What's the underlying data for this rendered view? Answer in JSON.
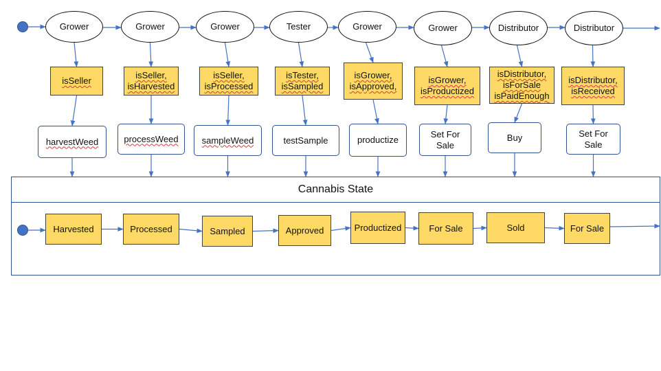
{
  "actors": [
    "Grower",
    "Grower",
    "Grower",
    "Tester",
    "Grower",
    "Grower",
    "Distributor",
    "Distributor"
  ],
  "guards": [
    "isSeller",
    "isSeller,\nisHarvested",
    "isSeller,\nisProcessed",
    "isTester,\nisSampled",
    "isGrower,\nisApproved,",
    "isGrower,\nisProductized",
    "isDistributor,\nisForSale\nisPaidEnough",
    "isDistributor,\nisReceived"
  ],
  "actions": [
    "harvestWeed",
    "processWeed",
    "sampleWeed",
    "testSample",
    "productize",
    "Set For\nSale",
    "Buy",
    "Set For\nSale"
  ],
  "panel_title": "Cannabis State",
  "states": [
    "Harvested",
    "Processed",
    "Sampled",
    "Approved",
    "Productized",
    "For Sale",
    "Sold",
    "For Sale"
  ],
  "colors": {
    "connector": "#4472c4",
    "guard_fill": "#ffd966",
    "start_dot": "#4472c4"
  }
}
